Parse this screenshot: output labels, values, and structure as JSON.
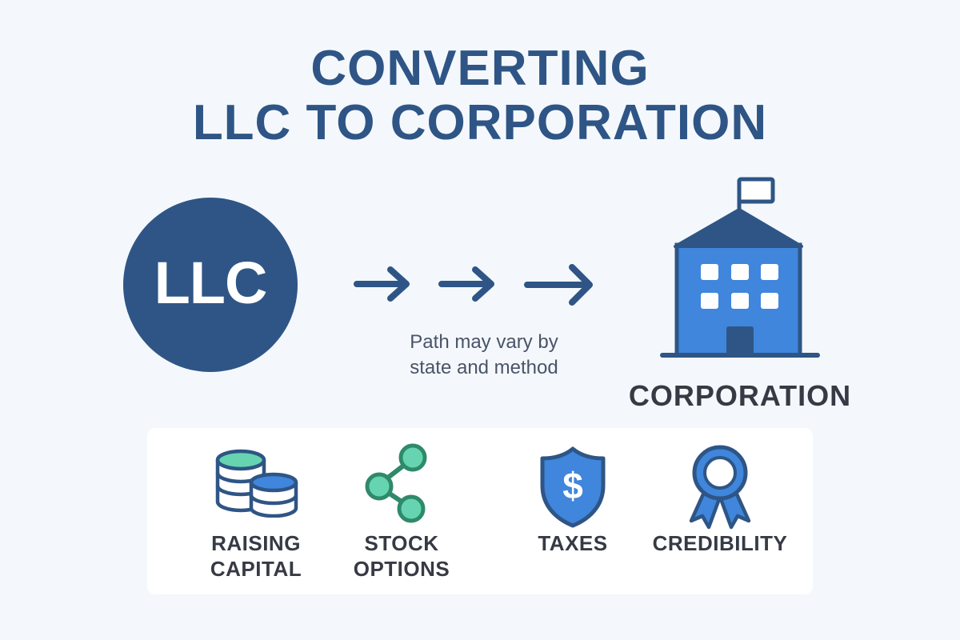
{
  "title": {
    "line1": "CONVERTING",
    "line2": "LLC TO CORPORATION"
  },
  "source_entity": {
    "label": "LLC",
    "icon": "circle-badge",
    "color": "#2e5585"
  },
  "transition": {
    "arrows": [
      "arrow-right-icon",
      "arrow-right-icon",
      "arrow-right-icon"
    ],
    "caption_line1": "Path may vary by",
    "caption_line2": "state and method"
  },
  "target_entity": {
    "label": "CORPORATION",
    "icon": "building-with-flag-icon",
    "colors": {
      "body": "#3f86dc",
      "outline": "#2e5585",
      "windows": "#ffffff"
    }
  },
  "benefits": [
    {
      "icon": "coin-stack-icon",
      "line1": "RAISING",
      "line2": "CAPITAL"
    },
    {
      "icon": "share-nodes-icon",
      "line1": "STOCK",
      "line2": "OPTIONS"
    },
    {
      "icon": "shield-dollar-icon",
      "line1": "TAXES",
      "line2": ""
    },
    {
      "icon": "award-ribbon-icon",
      "line1": "CREDIBILITY",
      "line2": ""
    }
  ],
  "colors": {
    "background": "#f4f8fc",
    "primary_dark": "#2e5585",
    "primary_blue": "#3f86dc",
    "mint": "#66d4b0",
    "green_stroke": "#2e8a6a",
    "text_dark": "#363a44",
    "text_muted": "#4a5468"
  }
}
